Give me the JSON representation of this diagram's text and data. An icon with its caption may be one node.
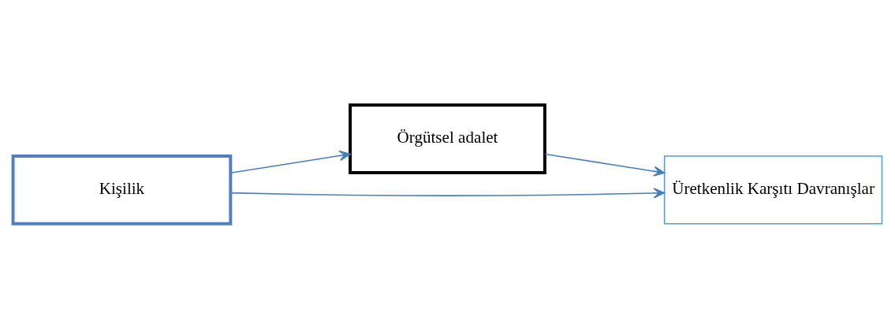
{
  "diagram": {
    "nodes": [
      {
        "text": [
          "Örgütsel adalet"
        ]
      },
      {
        "text": [
          "Kişilik"
        ]
      },
      {
        "text": [
          "Üretkenlik Karşıtı Davranışlar"
        ]
      }
    ],
    "edges": [
      {
        "from": 1,
        "to": 0,
        "arrow": "to"
      },
      {
        "from": 0,
        "to": 2,
        "arrow": "to"
      },
      {
        "from": 1,
        "to": 2,
        "arrow": "to"
      }
    ]
  }
}
